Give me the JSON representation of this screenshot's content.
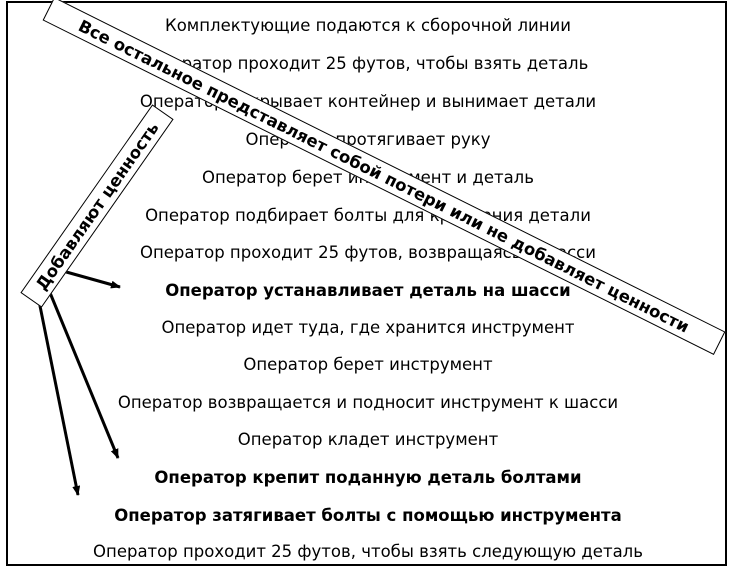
{
  "steps": [
    {
      "text": "Комплектующие подаются к сборочной линии",
      "bold": false
    },
    {
      "text": "Оператор проходит 25 футов, чтобы взять деталь",
      "bold": false
    },
    {
      "text": "Оператор открывает контейнер и вынимает детали",
      "bold": false
    },
    {
      "text": "Оператор протягивает руку",
      "bold": false
    },
    {
      "text": "Оператор берет инструмент и деталь",
      "bold": false
    },
    {
      "text": "Оператор подбирает болты для крепления детали",
      "bold": false
    },
    {
      "text": "Оператор проходит 25 футов, возвращаясь к шасси",
      "bold": false
    },
    {
      "text": "Оператор устанавливает деталь на шасси",
      "bold": true
    },
    {
      "text": "Оператор идет туда, где хранится инструмент",
      "bold": false
    },
    {
      "text": "Оператор берет инструмент",
      "bold": false
    },
    {
      "text": "Оператор возвращается и подносит инструмент к шасси",
      "bold": false
    },
    {
      "text": "Оператор кладет инструмент",
      "bold": false
    },
    {
      "text": "Оператор крепит поданную деталь болтами",
      "bold": true
    },
    {
      "text": "Оператор затягивает болты с помощью инструмента",
      "bold": true
    },
    {
      "text": "Оператор проходит 25 футов, чтобы взять следующую деталь",
      "bold": false
    }
  ],
  "banners": {
    "waste": "Все остальное представляет собой потери или не добавляет ценности",
    "value_added": "Добавляют ценность"
  }
}
